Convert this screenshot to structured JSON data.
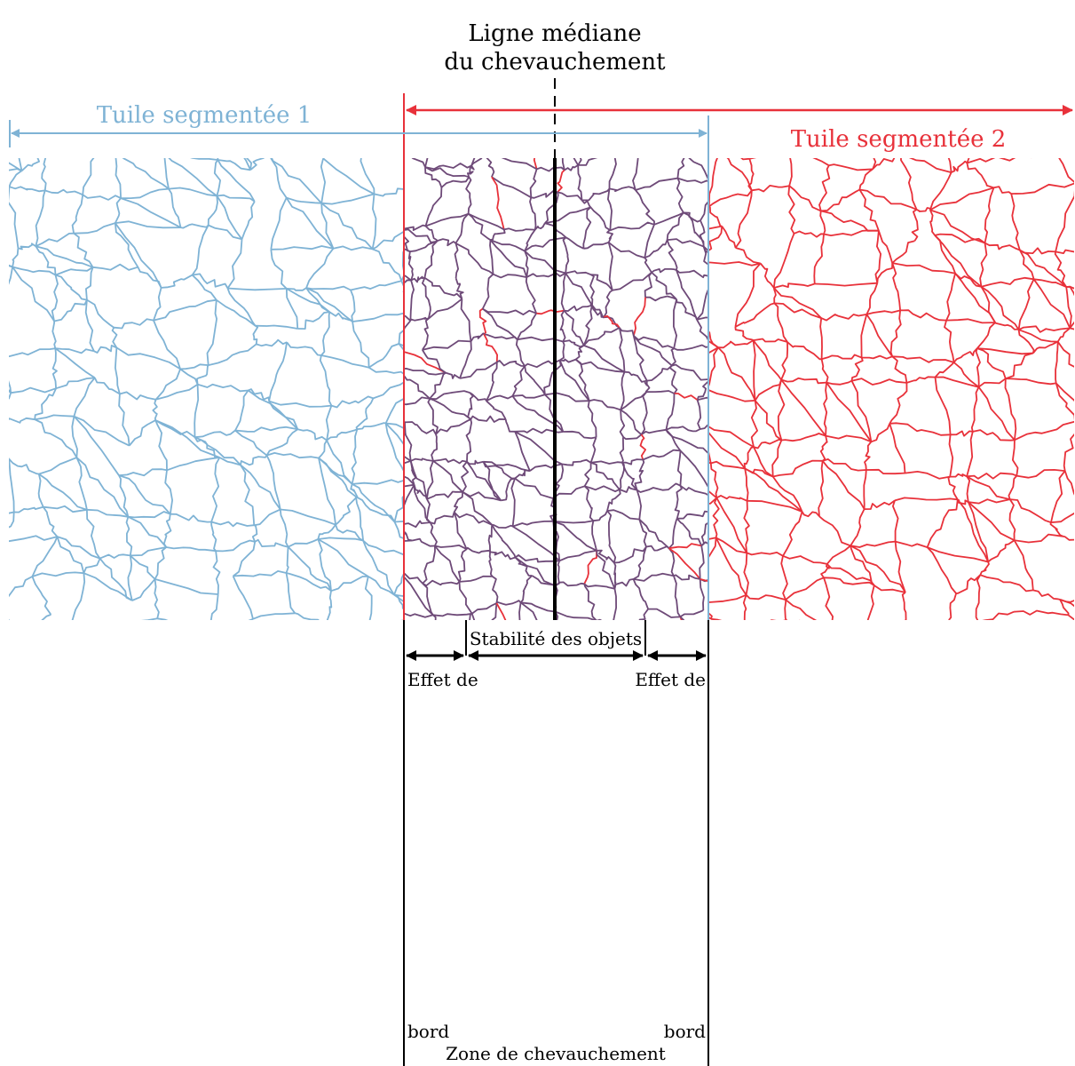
{
  "median_label": {
    "line1": "Ligne médiane",
    "line2": "du chevauchement"
  },
  "tile1": {
    "label": "Tuile segmentée 1",
    "color": "#7fb3d5"
  },
  "tile2": {
    "label": "Tuile segmentée 2",
    "color": "#e8313a"
  },
  "overlap": {
    "color": "#6e4a78",
    "label": "Zone de chevauchement",
    "stability_label": "Stabilité des objets",
    "edge_effect_left": {
      "line1": "Effet de",
      "line2": "bord"
    },
    "edge_effect_right": {
      "line1": "Effet de",
      "line2": "bord"
    }
  },
  "median_line_color": "#000000"
}
